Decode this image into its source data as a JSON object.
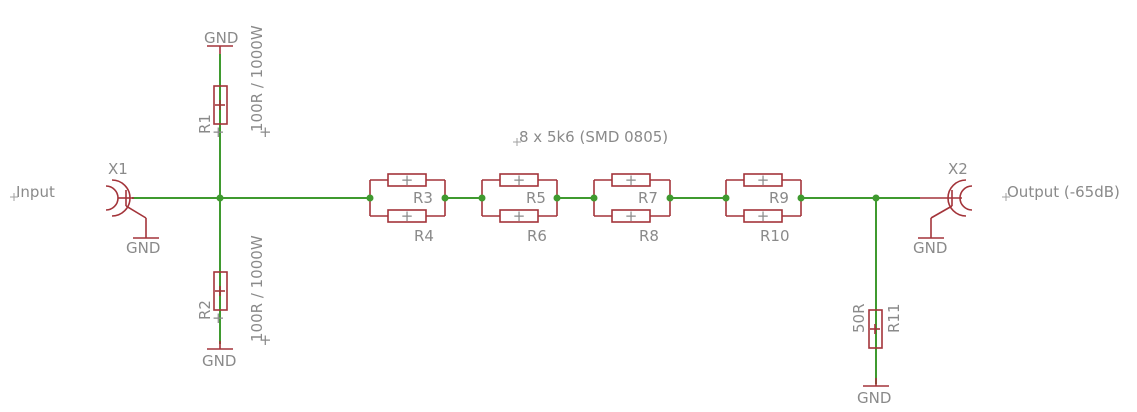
{
  "schematic": {
    "note": "8 x 5k6 (SMD 0805)",
    "input_label": "Input",
    "output_label": "Output (-65dB)",
    "connectors": [
      {
        "ref": "X1",
        "gnd": "GND"
      },
      {
        "ref": "X2",
        "gnd": "GND"
      }
    ],
    "shunt_resistors": [
      {
        "ref": "R1",
        "value": "100R / 1000W",
        "gnd": "GND"
      },
      {
        "ref": "R2",
        "value": "100R / 1000W",
        "gnd": "GND"
      },
      {
        "ref": "R11",
        "value": "50R",
        "gnd": "GND"
      }
    ],
    "series_resistors": [
      {
        "ref": "R3"
      },
      {
        "ref": "R4"
      },
      {
        "ref": "R5"
      },
      {
        "ref": "R6"
      },
      {
        "ref": "R7"
      },
      {
        "ref": "R8"
      },
      {
        "ref": "R9"
      },
      {
        "ref": "R10"
      }
    ],
    "plus_mark": "+"
  }
}
